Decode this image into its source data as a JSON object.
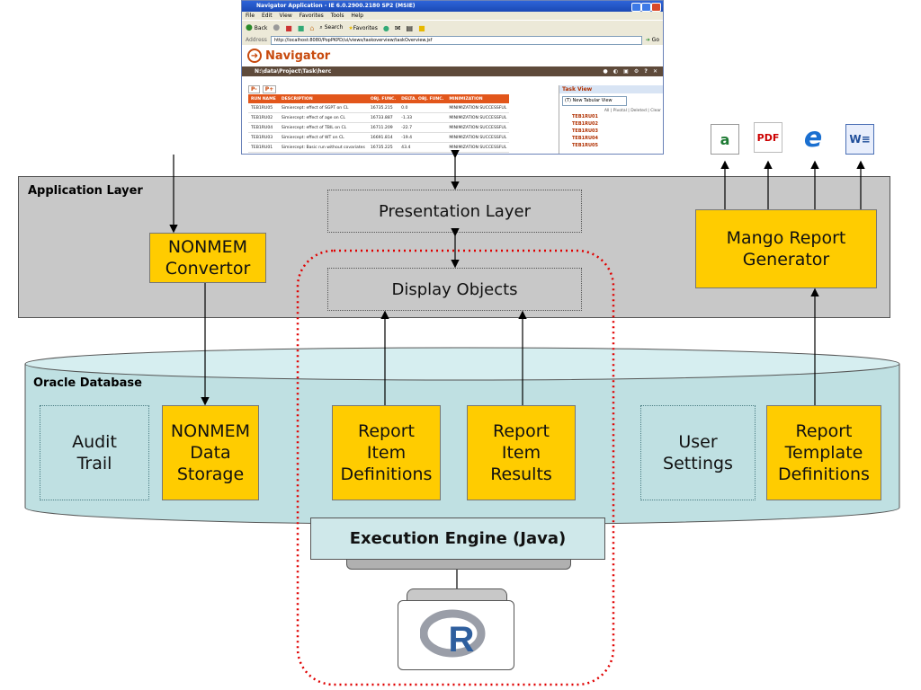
{
  "browser": {
    "title": "Navigator Application - IE 6.0.2900.2180 SP2 (MSIE)",
    "menu": [
      "File",
      "Edit",
      "View",
      "Favorites",
      "Tools",
      "Help"
    ],
    "toolbar": {
      "back": "Back",
      "search": "Search",
      "favorites": "Favorites"
    },
    "address_label": "Address",
    "address_url": "http://localhost:8080/PopPKPD/ui/views/taskoverview/taskOverview.jsf",
    "go_label": "Go",
    "app_name": "Navigator",
    "path": "N:\\data\\Project\\Task\\herc",
    "toolbar_buttons": [
      "P-",
      "P+"
    ],
    "table": {
      "headers": [
        "RUN NAME",
        "DESCRIPTION",
        "OBJ. FUNC.",
        "DELTA. OBJ. FUNC.",
        "MINIMIZATION"
      ],
      "rows": [
        [
          "TEB1RU05",
          "Simiercept: effect of SGPT on CL",
          "16735.215",
          "0.0",
          "MINIMIZATION SUCCESSFUL"
        ],
        [
          "TEB1RU02",
          "Simiercept: effect of age on CL",
          "16733.887",
          "-1.33",
          "MINIMIZATION SUCCESSFUL"
        ],
        [
          "TEB1RU04",
          "Simiercept: effect of TBIL on CL",
          "16711.209",
          "-22.7",
          "MINIMIZATION SUCCESSFUL"
        ],
        [
          "TEB1RU03",
          "Simiercept: effect of WT on CL",
          "16691.814",
          "-19.4",
          "MINIMIZATION SUCCESSFUL"
        ],
        [
          "TEB1RU01",
          "Simiercept: Basic run without covariates",
          "16735.225",
          "43.4",
          "MINIMIZATION SUCCESSFUL"
        ]
      ]
    },
    "task_view": {
      "title": "Task View",
      "select": "(T) New Tabular View",
      "filters": "All | Pivotal | Deleted | Clear",
      "items": [
        "TEB1RU01",
        "TEB1RU02",
        "TEB1RU03",
        "TEB1RU04",
        "TEB1RU05"
      ]
    }
  },
  "diagram": {
    "application_layer": "Application Layer",
    "presentation_layer": "Presentation Layer",
    "display_objects": "Display Objects",
    "nonmem_convertor": "NONMEM\nConvertor",
    "mango_report_generator": "Mango Report\nGenerator",
    "oracle_database": "Oracle Database",
    "audit_trail": "Audit\nTrail",
    "nonmem_data_storage": "NONMEM\nData\nStorage",
    "report_item_definitions": "Report\nItem\nDefinitions",
    "report_item_results": "Report\nItem\nResults",
    "user_settings": "User\nSettings",
    "report_template_definitions": "Report\nTemplate\nDefinitions",
    "execution_engine": "Execution Engine (Java)",
    "r_logo": "R"
  },
  "export_icons": [
    "excel-icon",
    "pdf-icon",
    "ie-icon",
    "word-icon"
  ],
  "colors": {
    "yellow": "#ffcc00",
    "layer_gray": "#c8c8c8",
    "db_teal": "#bfe0e2",
    "dotted_red": "#e00000",
    "nav_orange": "#e2561b"
  }
}
